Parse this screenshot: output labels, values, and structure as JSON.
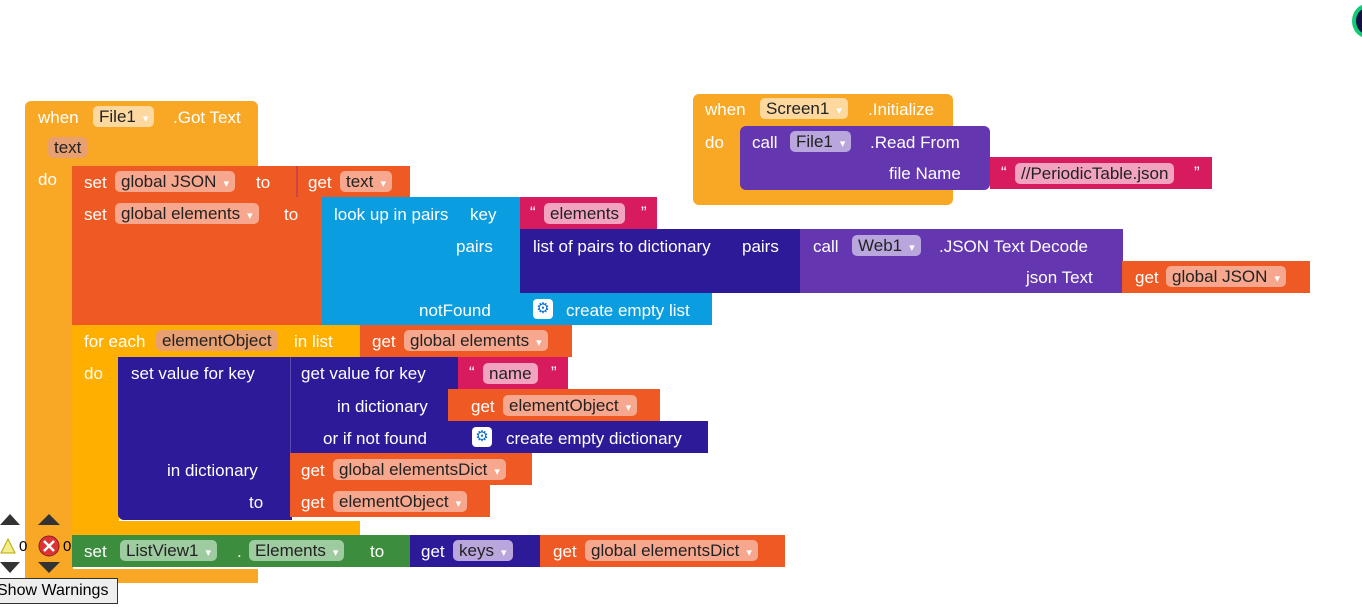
{
  "got_text": {
    "when": "when",
    "component": "File1",
    "event": ".Got Text",
    "param": "text",
    "do": "do"
  },
  "set_json": {
    "set": "set",
    "var": "global JSON",
    "to": "to",
    "get": "get",
    "get_var": "text"
  },
  "set_elements": {
    "set": "set",
    "var": "global elements",
    "to": "to"
  },
  "lookup": {
    "label": "look up in pairs",
    "key": "key",
    "key_value": "elements",
    "pairs": "pairs",
    "notfound": "notFound"
  },
  "pairs_to_dict": {
    "label": "list of pairs to dictionary",
    "pairs": "pairs"
  },
  "decode": {
    "call": "call",
    "component": "Web1",
    "method": ".JSON Text Decode",
    "arg": "json Text",
    "get": "get",
    "get_var": "global JSON"
  },
  "empty_list": "create empty list",
  "foreach": {
    "label": "for each",
    "item": "elementObject",
    "in_list": "in list",
    "do": "do",
    "get": "get",
    "get_var": "global elements"
  },
  "set_value": {
    "label": "set value for key",
    "in_dict": "in dictionary",
    "to": "to"
  },
  "get_value": {
    "label": "get value for key",
    "key_value": "name",
    "in_dict": "in dictionary",
    "not_found": "or if not found",
    "get": "get",
    "get_var": "elementObject"
  },
  "empty_dict": "create empty dictionary",
  "set_value_args": {
    "get": "get",
    "dict_var": "global elementsDict",
    "to_var": "elementObject"
  },
  "set_listview": {
    "set": "set",
    "component": "ListView1",
    "dot": ".",
    "prop": "Elements",
    "to": "to",
    "get_keys": "get",
    "keys": "keys",
    "get": "get",
    "var": "global elementsDict"
  },
  "init": {
    "when": "when",
    "component": "Screen1",
    "event": ".Initialize",
    "do": "do",
    "call": "call",
    "call_component": "File1",
    "method": ".Read From",
    "arg": "file Name",
    "file": "//PeriodicTable.json"
  },
  "warnings": {
    "warning_count": "0",
    "error_count": "0",
    "toggle": "Show Warnings"
  }
}
